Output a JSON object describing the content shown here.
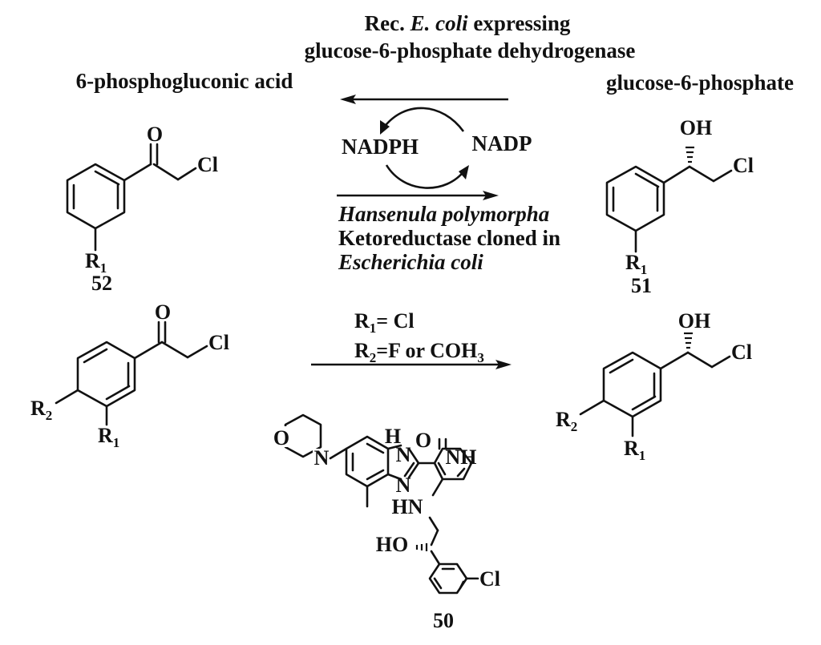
{
  "enzyme_top": {
    "line1_prefix": "Rec. ",
    "line1_italic": "E. coli",
    "line1_suffix": " expressing",
    "line2": "glucose-6-phosphate dehydrogenase"
  },
  "labels": {
    "left_product": "6-phosphogluconic acid",
    "right_substrate": "glucose-6-phosphate",
    "cofactor_reduced": "NADPH",
    "cofactor_oxidized": "NADP"
  },
  "enzyme_bottom": {
    "line1": "Hansenula polymorpha",
    "line2": "Ketoreductase cloned in",
    "line3": "Escherichia coli"
  },
  "conditions": {
    "r1": "R",
    "r1_sub": "1",
    "r1_rest": "= Cl",
    "r2": "R",
    "r2_sub": "2",
    "r2_rest": "=F or COH",
    "r2_sub2": "3"
  },
  "compounds": {
    "c52": "52",
    "c51": "51",
    "c50": "50"
  },
  "atoms": {
    "O": "O",
    "OH": "OH",
    "Cl": "Cl",
    "R": "R",
    "sub1": "1",
    "sub2": "2",
    "N": "N",
    "H": "H",
    "NH": "NH",
    "HN": "HN",
    "HO": "HO"
  }
}
